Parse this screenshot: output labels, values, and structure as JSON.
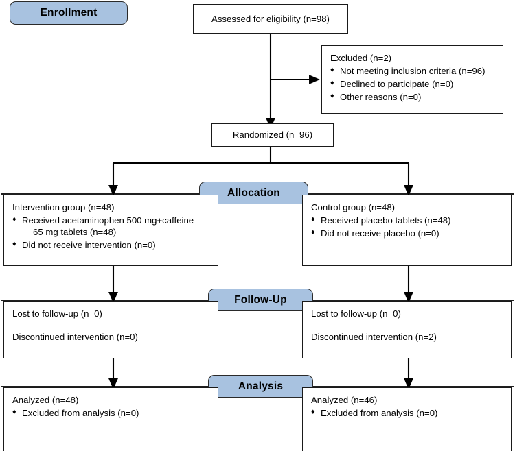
{
  "diagram": {
    "type": "consort-flow-diagram",
    "colors": {
      "stage_fill": "#a8c2e0",
      "stage_border": "#2a2a2a",
      "box_border": "#1a1a1a",
      "box_fill": "#ffffff",
      "line": "#000000",
      "text": "#000000"
    },
    "bullet_glyph": "♦"
  },
  "stages": {
    "enrollment": "Enrollment",
    "allocation": "Allocation",
    "followup": "Follow-Up",
    "analysis": "Analysis"
  },
  "boxes": {
    "assessed": {
      "title": "Assessed for eligibility (n=98)"
    },
    "excluded": {
      "title": "Excluded (n=2)",
      "items": [
        "Not meeting inclusion criteria (n=96)",
        "Declined to participate (n=0)",
        "Other reasons (n=0)"
      ]
    },
    "randomized": {
      "title": "Randomized (n=96)"
    },
    "intervention_alloc": {
      "title": "Intervention group (n=48)",
      "items": [
        "Received acetaminophen 500 mg+caffeine",
        "65 mg tablets (n=48)",
        "Did not receive intervention (n=0)"
      ]
    },
    "control_alloc": {
      "title": "Control group (n=48)",
      "items": [
        "Received placebo tablets (n=48)",
        "Did not receive placebo (n=0)"
      ]
    },
    "intervention_followup": {
      "line1": "Lost to follow-up (n=0)",
      "line2": "Discontinued intervention (n=0)"
    },
    "control_followup": {
      "line1": "Lost to follow-up (n=0)",
      "line2": "Discontinued intervention (n=2)"
    },
    "intervention_analysis": {
      "title": "Analyzed (n=48)",
      "items": [
        "Excluded from analysis (n=0)"
      ]
    },
    "control_analysis": {
      "title": "Analyzed (n=46)",
      "items": [
        "Excluded from analysis (n=0)"
      ]
    }
  }
}
